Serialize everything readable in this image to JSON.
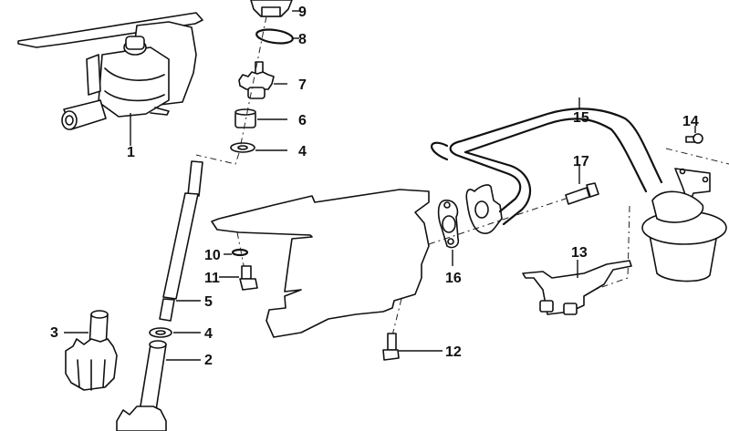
{
  "diagram": {
    "type": "exploded-parts-diagram",
    "line_color": "#111111",
    "background": "#ffffff",
    "callouts": [
      {
        "id": "1",
        "label": "1"
      },
      {
        "id": "2",
        "label": "2"
      },
      {
        "id": "3",
        "label": "3"
      },
      {
        "id": "4a",
        "label": "4"
      },
      {
        "id": "4b",
        "label": "4"
      },
      {
        "id": "5",
        "label": "5"
      },
      {
        "id": "6",
        "label": "6"
      },
      {
        "id": "7",
        "label": "7"
      },
      {
        "id": "8",
        "label": "8"
      },
      {
        "id": "9",
        "label": "9"
      },
      {
        "id": "10",
        "label": "10"
      },
      {
        "id": "11",
        "label": "11"
      },
      {
        "id": "12",
        "label": "12"
      },
      {
        "id": "13",
        "label": "13"
      },
      {
        "id": "14",
        "label": "14"
      },
      {
        "id": "15",
        "label": "15"
      },
      {
        "id": "16",
        "label": "16"
      },
      {
        "id": "17",
        "label": "17"
      }
    ]
  }
}
